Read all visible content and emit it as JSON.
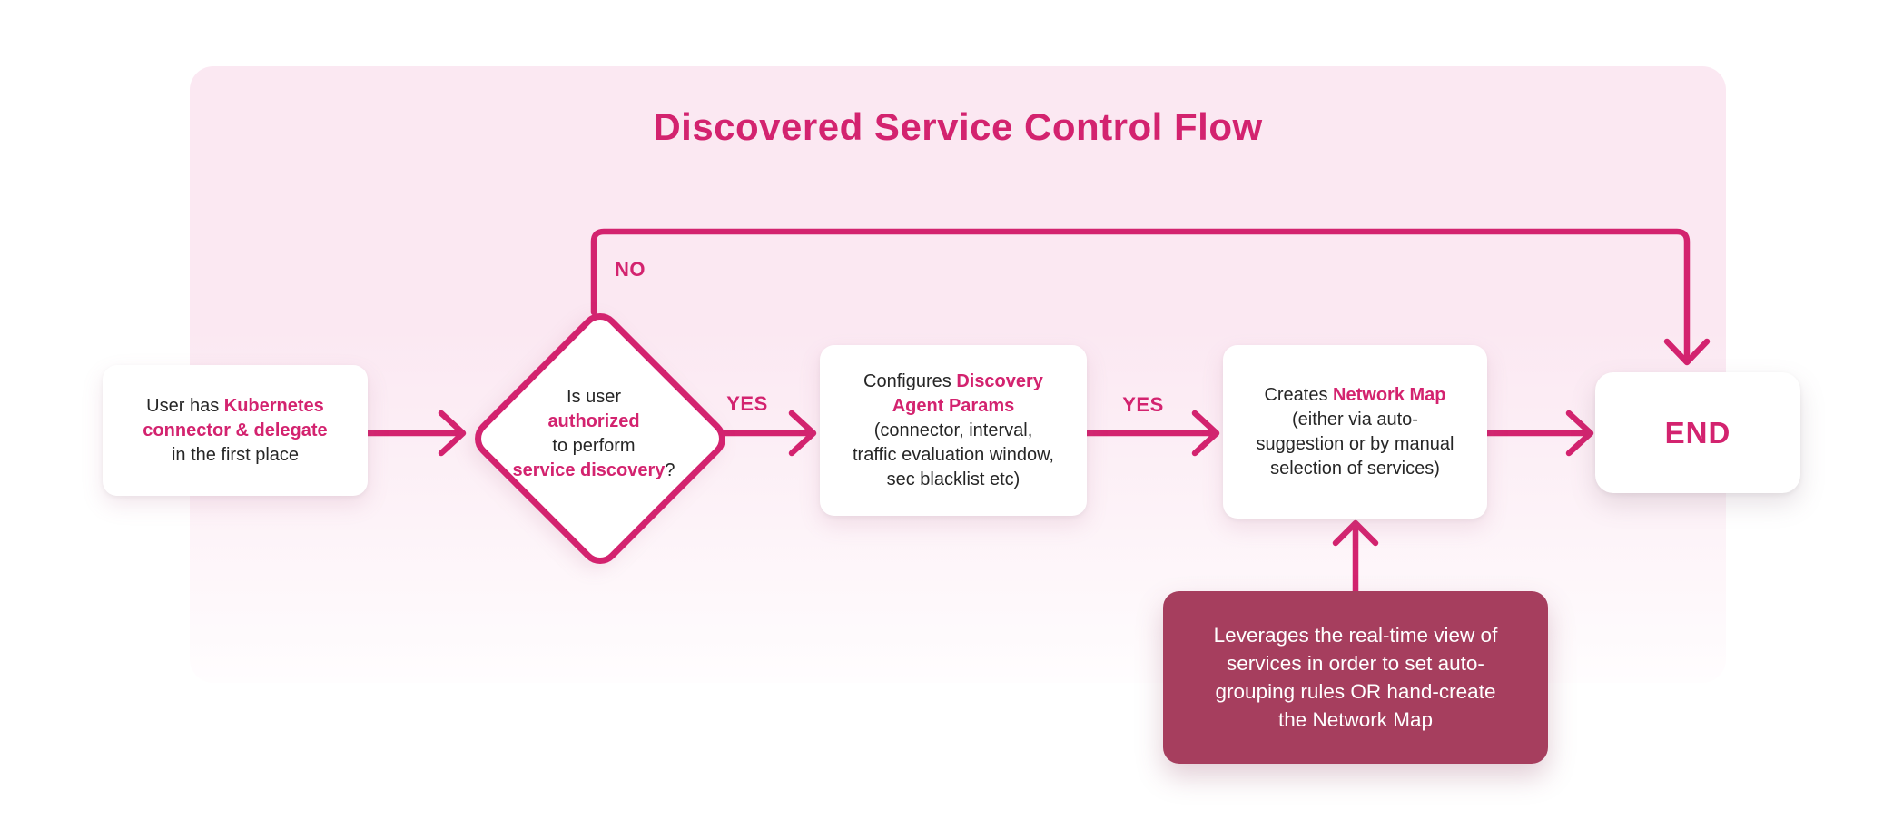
{
  "title": "Discovered Service Control Flow",
  "colors": {
    "accent": "#d3236f",
    "panel_background_top": "#fbe8f2",
    "panel_background_bottom": "#fffdfe",
    "note_background": "#a63e5e",
    "node_background": "#ffffff",
    "body_text": "#262626",
    "note_text": "#ffffff"
  },
  "labels": {
    "no": "NO",
    "yes_1": "YES",
    "yes_2": "YES"
  },
  "nodes": {
    "start": {
      "lines": [
        [
          {
            "t": "User has ",
            "a": 0
          },
          {
            "t": "Kubernetes",
            "a": 1
          }
        ],
        [
          {
            "t": "connector & delegate",
            "a": 1
          }
        ],
        [
          {
            "t": "in the first place",
            "a": 0
          }
        ]
      ]
    },
    "decision": {
      "lines": [
        [
          {
            "t": "Is user",
            "a": 0
          }
        ],
        [
          {
            "t": "authorized",
            "a": 1
          }
        ],
        [
          {
            "t": "to perform",
            "a": 0
          }
        ],
        [
          {
            "t": "service discovery",
            "a": 1
          },
          {
            "t": "?",
            "a": 0
          }
        ]
      ]
    },
    "configure": {
      "lines": [
        [
          {
            "t": "Configures ",
            "a": 0
          },
          {
            "t": "Discovery",
            "a": 1
          }
        ],
        [
          {
            "t": "Agent Params",
            "a": 1
          }
        ],
        [
          {
            "t": "(connector, interval,",
            "a": 0
          }
        ],
        [
          {
            "t": "traffic evaluation window,",
            "a": 0
          }
        ],
        [
          {
            "t": "sec blacklist etc)",
            "a": 0
          }
        ]
      ]
    },
    "create": {
      "lines": [
        [
          {
            "t": "Creates ",
            "a": 0
          },
          {
            "t": "Network Map",
            "a": 1
          }
        ],
        [
          {
            "t": "(either via auto-",
            "a": 0
          }
        ],
        [
          {
            "t": "suggestion or by manual",
            "a": 0
          }
        ],
        [
          {
            "t": "selection of services)",
            "a": 0
          }
        ]
      ]
    },
    "end": {
      "label": "END"
    },
    "note": {
      "lines": [
        [
          {
            "t": "Leverages the real-time view of",
            "a": 0
          }
        ],
        [
          {
            "t": "services in order to set auto-",
            "a": 0
          }
        ],
        [
          {
            "t": "grouping rules OR hand-create",
            "a": 0
          }
        ],
        [
          {
            "t": "the Network Map",
            "a": 0
          }
        ]
      ]
    }
  }
}
